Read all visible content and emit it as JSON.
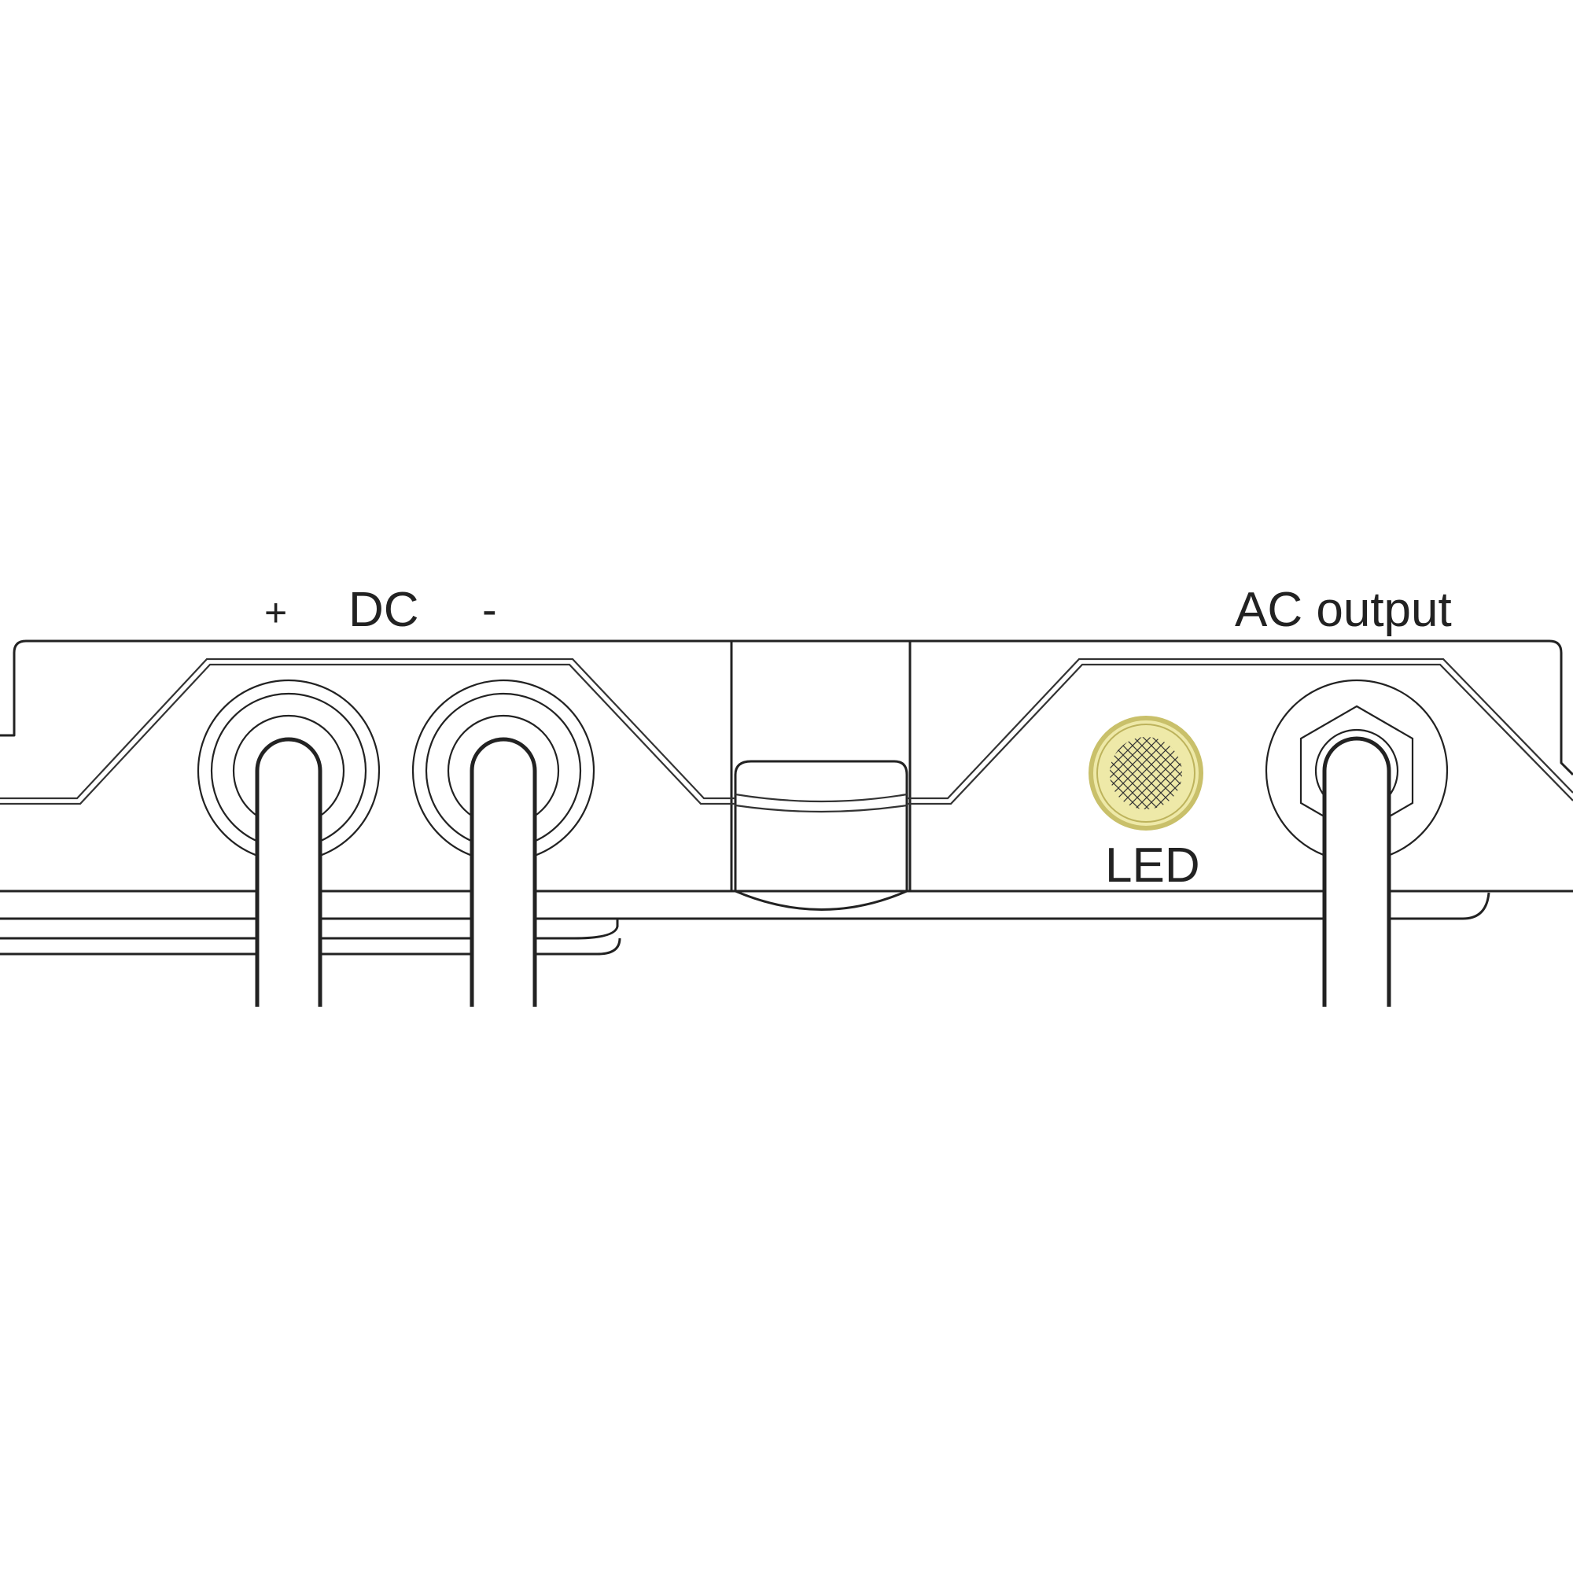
{
  "labels": {
    "dc_plus": "+",
    "dc": "DC",
    "dc_minus": "-",
    "ac_output": "AC output",
    "led": "LED"
  },
  "colors": {
    "line": "#222222",
    "led_fill": "#eee9a8",
    "led_ring": "#c9c06a",
    "background": "#ffffff"
  },
  "icons": {
    "led": "led-indicator-icon",
    "dc_terminal": "terminal-post-icon",
    "ac_gland": "cable-gland-icon"
  }
}
